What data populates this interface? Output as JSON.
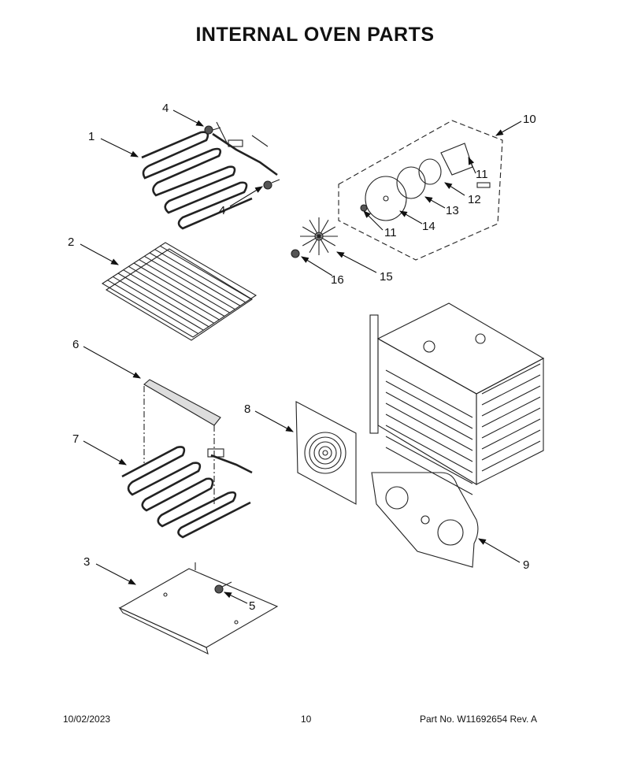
{
  "title": "INTERNAL OVEN PARTS",
  "callouts": [
    {
      "label": "1"
    },
    {
      "label": "4"
    },
    {
      "label": "4"
    },
    {
      "label": "2"
    },
    {
      "label": "6"
    },
    {
      "label": "7"
    },
    {
      "label": "3"
    },
    {
      "label": "5"
    },
    {
      "label": "8"
    },
    {
      "label": "9"
    },
    {
      "label": "10"
    },
    {
      "label": "11"
    },
    {
      "label": "12"
    },
    {
      "label": "13"
    },
    {
      "label": "14"
    },
    {
      "label": "11"
    },
    {
      "label": "15"
    },
    {
      "label": "16"
    }
  ],
  "footer": {
    "date": "10/02/2023",
    "page": "10",
    "part_info": "Part No.  W11692654   Rev.  A"
  }
}
